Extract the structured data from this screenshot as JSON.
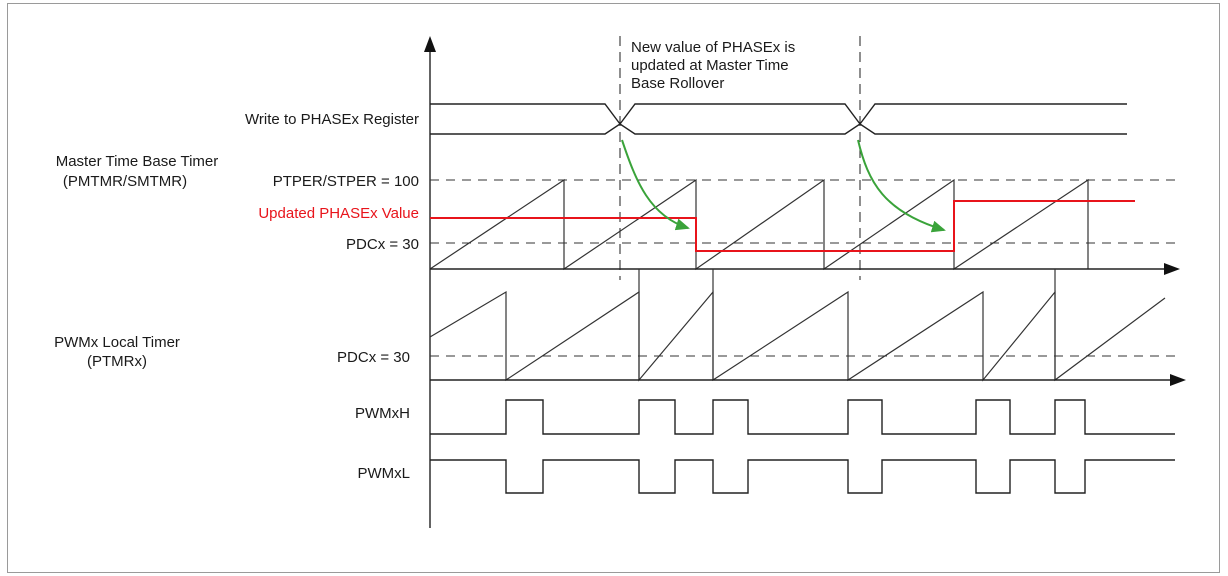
{
  "labels": {
    "annotation_line1": "New value of PHASEx is",
    "annotation_line2": "updated at Master Time",
    "annotation_line3": "Base Rollover",
    "write_phase": "Write to PHASEx Register",
    "master_timer_line1": "Master Time Base Timer",
    "master_timer_line2": "(PMTMR/SMTMR)",
    "ptper": "PTPER/STPER = 100",
    "updated_phase": "Updated PHASEx Value",
    "pdc_master": "PDCx = 30",
    "local_timer_line1": "PWMx Local Timer",
    "local_timer_line2": "(PTMRx)",
    "pdc_local": "PDCx = 30",
    "pwmh": "PWMxH",
    "pwml": "PWMxL"
  },
  "colors": {
    "updated_phase": "#e8141b",
    "arrow": "#3aa33a"
  }
}
